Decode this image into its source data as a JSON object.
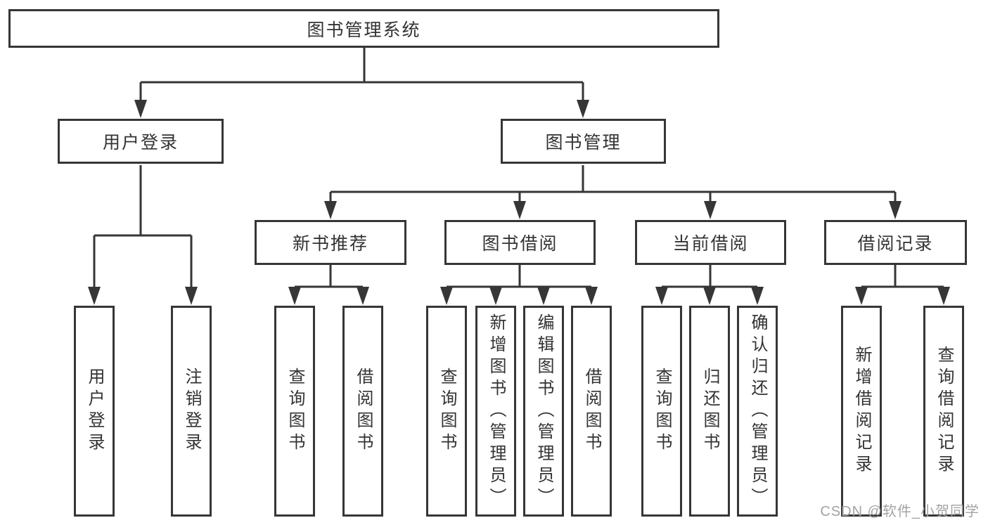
{
  "diagram": {
    "root": "图书管理系统",
    "level2": [
      "用户登录",
      "图书管理"
    ],
    "level3": [
      "新书推荐",
      "图书借阅",
      "当前借阅",
      "借阅记录"
    ],
    "leaves": [
      "用户登录",
      "注销登录",
      "查询图书",
      "借阅图书",
      "查询图书",
      "新增图书（管理员）",
      "编辑图书（管理员）",
      "借阅图书",
      "查询图书",
      "归还图书",
      "确认归还（管理员）",
      "新增借阅记录",
      "查询借阅记录"
    ],
    "hierarchy": {
      "图书管理系统": {
        "用户登录": [
          "用户登录",
          "注销登录"
        ],
        "图书管理": {
          "新书推荐": [
            "查询图书",
            "借阅图书"
          ],
          "图书借阅": [
            "查询图书",
            "新增图书（管理员）",
            "编辑图书（管理员）",
            "借阅图书"
          ],
          "当前借阅": [
            "查询图书",
            "归还图书",
            "确认归还（管理员）"
          ],
          "借阅记录": [
            "新增借阅记录",
            "查询借阅记录"
          ]
        }
      }
    },
    "colors": {
      "line": "#363636",
      "text": "#333333",
      "box_fill": "#ffffff",
      "background": "#ffffff",
      "watermark": "#a3a3a3"
    }
  },
  "watermark": "CSDN @软件_小贺同学"
}
